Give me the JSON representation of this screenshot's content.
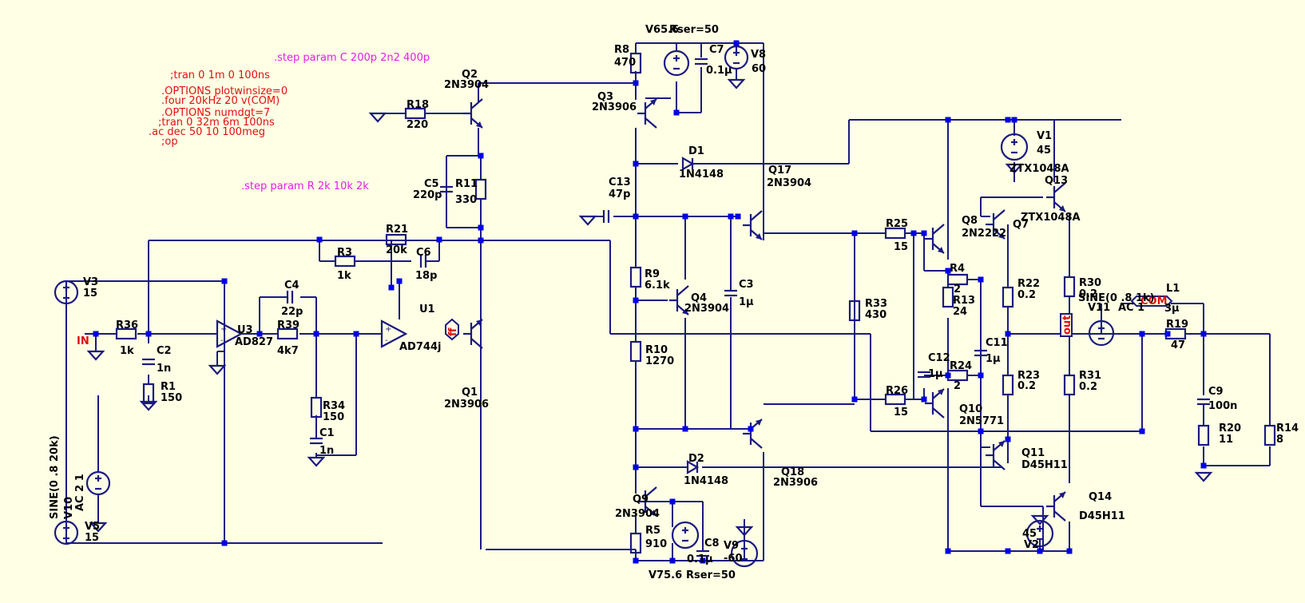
{
  "directives": {
    "step_c": ".step param C 200p 2n2 400p",
    "step_r": ".step param R 2k 10k 2k",
    "spice": [
      ";tran 0 1m 0 100ns",
      ".OPTIONS plotwinsize=0",
      ".four 20kHz 20 v(COM)",
      ".OPTIONS numdgt=7",
      ";tran 0 32m 6m 100ns",
      ".ac dec 50 10 100meg",
      ";op"
    ]
  },
  "nets": {
    "in": "IN",
    "ff": "ff",
    "out": "out",
    "com": "COM"
  },
  "parts": {
    "V3": {
      "name": "V3",
      "value": "15"
    },
    "V5": {
      "name": "V5",
      "value": "15"
    },
    "V10": {
      "name": "V10",
      "value": "SINE(0 .8 20k)",
      "ac": "AC 2 1"
    },
    "R36": {
      "name": "R36",
      "value": "1k"
    },
    "C2": {
      "name": "C2",
      "value": "1n"
    },
    "R1": {
      "name": "R1",
      "value": "150"
    },
    "U3": {
      "name": "U3",
      "value": "AD827"
    },
    "C4": {
      "name": "C4",
      "value": "22p"
    },
    "R39": {
      "name": "R39",
      "value": "4k7"
    },
    "R34": {
      "name": "R34",
      "value": "150"
    },
    "C1": {
      "name": "C1",
      "value": "1n"
    },
    "U1": {
      "name": "U1",
      "value": "AD744j"
    },
    "R3": {
      "name": "R3",
      "value": "1k"
    },
    "R21": {
      "name": "R21",
      "value": "20k"
    },
    "C6": {
      "name": "C6",
      "value": "18p"
    },
    "R18": {
      "name": "R18",
      "value": "220"
    },
    "Q2": {
      "name": "Q2",
      "value": "2N3904"
    },
    "C5": {
      "name": "C5",
      "value": "220p"
    },
    "R11": {
      "name": "R11",
      "value": "330"
    },
    "Q1": {
      "name": "Q1",
      "value": "2N3906"
    },
    "V6": {
      "name": "V6",
      "value": "5.6",
      "extra": "Rser=50"
    },
    "R8": {
      "name": "R8",
      "value": "470"
    },
    "C7": {
      "name": "C7",
      "value": "0.1µ"
    },
    "V8": {
      "name": "V8",
      "value": "60"
    },
    "Q3": {
      "name": "Q3",
      "value": "2N3906"
    },
    "D1": {
      "name": "D1",
      "value": "1N4148"
    },
    "C13": {
      "name": "C13",
      "value": "47p"
    },
    "Q17": {
      "name": "Q17",
      "value": "2N3904"
    },
    "R9": {
      "name": "R9",
      "value": "6.1k"
    },
    "Q4": {
      "name": "Q4",
      "value": "2N3904"
    },
    "C3": {
      "name": "C3",
      "value": "1µ"
    },
    "R10": {
      "name": "R10",
      "value": "1270"
    },
    "D2": {
      "name": "D2",
      "value": "1N4148"
    },
    "Q18": {
      "name": "Q18",
      "value": "2N3906"
    },
    "Q9": {
      "name": "Q9",
      "value": "2N3904"
    },
    "R5": {
      "name": "R5",
      "value": "910"
    },
    "C8": {
      "name": "C8",
      "value": "0.1µ"
    },
    "V9": {
      "name": "V9",
      "value": "-60"
    },
    "V7": {
      "name": "V7",
      "value": "5.6",
      "extra": "Rser=50"
    },
    "R25": {
      "name": "R25",
      "value": "15"
    },
    "R33": {
      "name": "R33",
      "value": "430"
    },
    "R26": {
      "name": "R26",
      "value": "15"
    },
    "Q8": {
      "name": "Q8",
      "value": "2N2222"
    },
    "R4": {
      "name": "R4",
      "value": "2"
    },
    "R13": {
      "name": "R13",
      "value": "24"
    },
    "C12": {
      "name": "C12",
      "value": "1µ"
    },
    "R24": {
      "name": "R24",
      "value": "2"
    },
    "Q10": {
      "name": "Q10",
      "value": "2N5771"
    },
    "C11": {
      "name": "C11",
      "value": "1µ"
    },
    "V1": {
      "name": "V1",
      "value": "45"
    },
    "Q13": {
      "name": "Q13",
      "value": "ZTX1048A"
    },
    "Q7": {
      "name": "Q7",
      "value": "ZTX1048A"
    },
    "R22": {
      "name": "R22",
      "value": "0.2"
    },
    "R23": {
      "name": "R23",
      "value": "0.2"
    },
    "Q11": {
      "name": "Q11",
      "value": "D45H11"
    },
    "Q14": {
      "name": "Q14",
      "value": "D45H11"
    },
    "V2": {
      "name": "V2",
      "value": "45"
    },
    "R30": {
      "name": "R30",
      "value": "0.2"
    },
    "R31": {
      "name": "R31",
      "value": "0.2"
    },
    "V11": {
      "name": "V11",
      "value": "SINE(0 .8 1k)",
      "ac": "AC 1"
    },
    "L1": {
      "name": "L1",
      "value": "3µ"
    },
    "R19": {
      "name": "R19",
      "value": "47"
    },
    "C9": {
      "name": "C9",
      "value": "100n"
    },
    "R20": {
      "name": "R20",
      "value": "11"
    },
    "R14": {
      "name": "R14",
      "value": "8"
    }
  }
}
